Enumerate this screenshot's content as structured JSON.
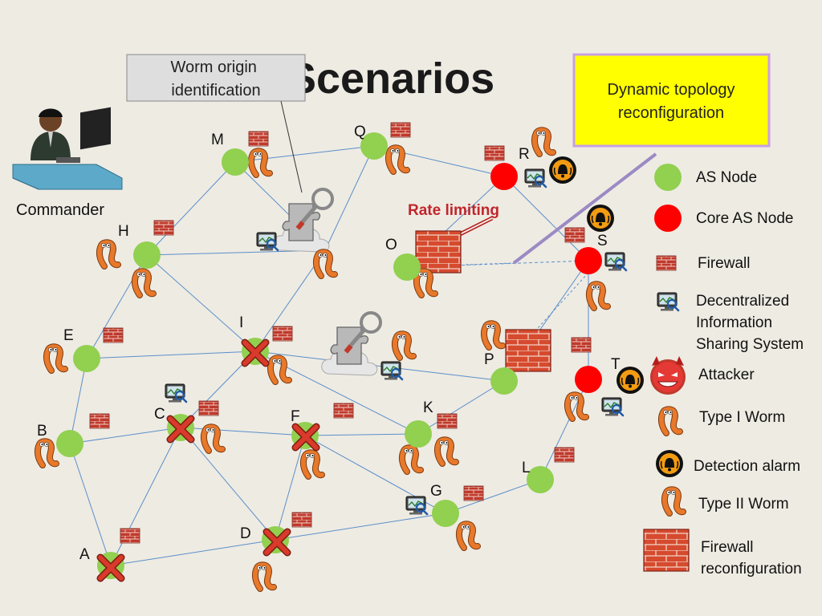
{
  "title": "Scenarios",
  "callouts": {
    "worm_origin": "Worm origin identification",
    "topology": "Dynamic topology reconfiguration",
    "rate_limiting": "Rate limiting"
  },
  "commander": "Commander",
  "nodes": [
    {
      "id": "A",
      "type": "as",
      "blocked": true
    },
    {
      "id": "B",
      "type": "as"
    },
    {
      "id": "C",
      "type": "as",
      "blocked": true
    },
    {
      "id": "D",
      "type": "as",
      "blocked": true
    },
    {
      "id": "E",
      "type": "as"
    },
    {
      "id": "F",
      "type": "as",
      "blocked": true
    },
    {
      "id": "G",
      "type": "as"
    },
    {
      "id": "H",
      "type": "as"
    },
    {
      "id": "I",
      "type": "as",
      "blocked": true
    },
    {
      "id": "K",
      "type": "as"
    },
    {
      "id": "L",
      "type": "as"
    },
    {
      "id": "M",
      "type": "as"
    },
    {
      "id": "O",
      "type": "as"
    },
    {
      "id": "P",
      "type": "as"
    },
    {
      "id": "Q",
      "type": "as"
    },
    {
      "id": "R",
      "type": "core"
    },
    {
      "id": "S",
      "type": "core"
    },
    {
      "id": "T",
      "type": "core"
    }
  ],
  "legend": [
    {
      "icon": "as-node",
      "label": "AS Node"
    },
    {
      "icon": "core-as-node",
      "label": "Core AS Node"
    },
    {
      "icon": "firewall",
      "label": "Firewall"
    },
    {
      "icon": "monitor",
      "label": "Decentralized Information Sharing System"
    },
    {
      "icon": "attacker",
      "label": "Attacker"
    },
    {
      "icon": "worm1",
      "label": "Type I Worm"
    },
    {
      "icon": "alarm",
      "label": "Detection alarm"
    },
    {
      "icon": "worm2",
      "label": "Type II Worm"
    },
    {
      "icon": "firewall-big",
      "label": "Firewall reconfiguration"
    }
  ],
  "colors": {
    "as_node": "#92d050",
    "core_node": "#ff0000",
    "link": "#5b8fc9",
    "firewall": "#c0392b",
    "worm": "#e8782a",
    "callout_yellow": "#ffff00",
    "blocked_x": "#d93a2b"
  }
}
